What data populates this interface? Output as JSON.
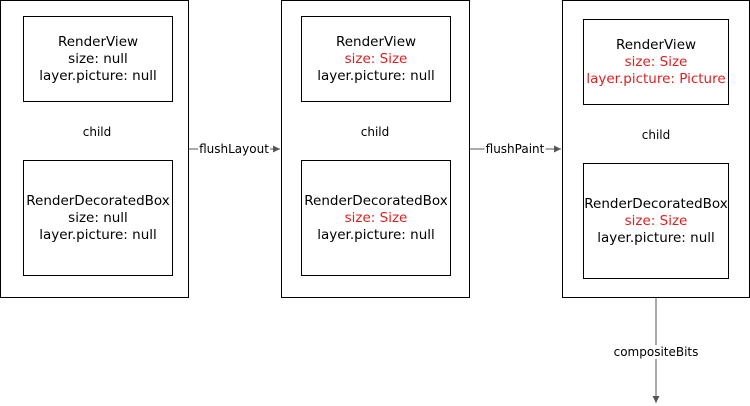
{
  "panels": [
    {
      "top": {
        "title": "RenderView",
        "line1": "size: null",
        "line2": "layer.picture: null"
      },
      "edge_label": "child",
      "bottom": {
        "title": "RenderDecoratedBox",
        "line1": "size: null",
        "line2": "layer.picture: null"
      }
    },
    {
      "top": {
        "title": "RenderView",
        "line1": "size: Size",
        "line2": "layer.picture: null"
      },
      "edge_label": "child",
      "bottom": {
        "title": "RenderDecoratedBox",
        "line1": "size: Size",
        "line2": "layer.picture: null"
      }
    },
    {
      "top": {
        "title": "RenderView",
        "line1": "size: Size",
        "line2": "layer.picture: Picture"
      },
      "edge_label": "child",
      "bottom": {
        "title": "RenderDecoratedBox",
        "line1": "size: Size",
        "line2": "layer.picture: null"
      }
    }
  ],
  "transitions": {
    "flush_layout": "flushLayout",
    "flush_paint": "flushPaint",
    "composite_bits": "compositeBits"
  },
  "colors": {
    "changed": "#e02020",
    "line": "#555555"
  }
}
